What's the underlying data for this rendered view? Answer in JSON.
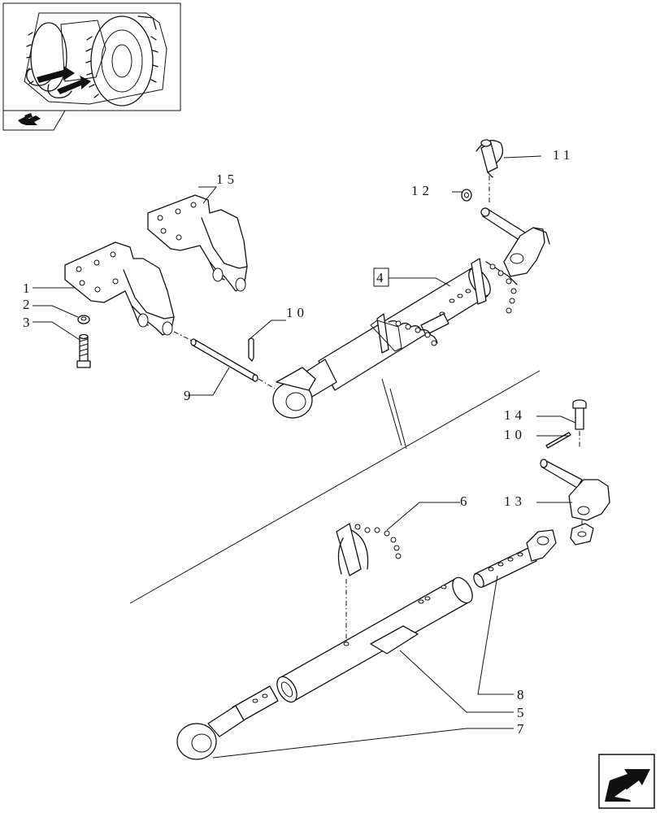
{
  "labels": {
    "p1": "1",
    "p2": "2",
    "p3": "3",
    "p4": "4",
    "p5": "5",
    "p6": "6",
    "p7": "7",
    "p8": "8",
    "p9": "9",
    "p10a": "10",
    "p10b": "10",
    "p11": "11",
    "p12": "12",
    "p13": "13",
    "p14": "14",
    "p15": "15"
  },
  "icons": {
    "thumbnail": "tractor-thumbnail-icon",
    "catalog": "catalog-page-icon",
    "nav": "next-page-arrow-icon"
  }
}
